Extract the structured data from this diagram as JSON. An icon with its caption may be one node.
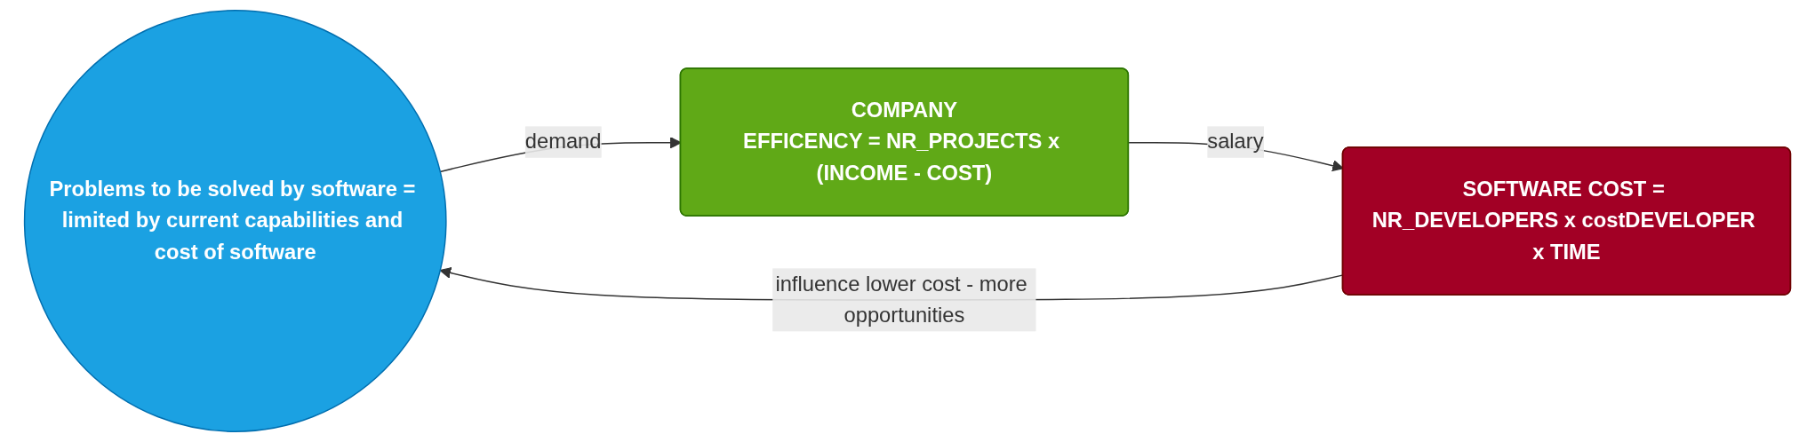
{
  "diagram": {
    "nodes": [
      {
        "text": [
          "Problems to be solved by software = limited by current capabilities and cost of software"
        ]
      },
      {
        "text": [
          "COMPANY",
          "EFFICENCY = NR_PROJECTS x (INCOME - COST)"
        ]
      },
      {
        "text": [
          "SOFTWARE COST = NR_DEVELOPERS x costDEVELOPER x TIME"
        ]
      }
    ],
    "edges": [
      {
        "from": 0,
        "to": 1,
        "label": "demand",
        "arrow": "to"
      },
      {
        "from": 1,
        "to": 2,
        "label": "salary",
        "arrow": "to"
      },
      {
        "from": 2,
        "to": 0,
        "label": "influence lower cost - more opportunities",
        "arrow": "to"
      }
    ]
  }
}
